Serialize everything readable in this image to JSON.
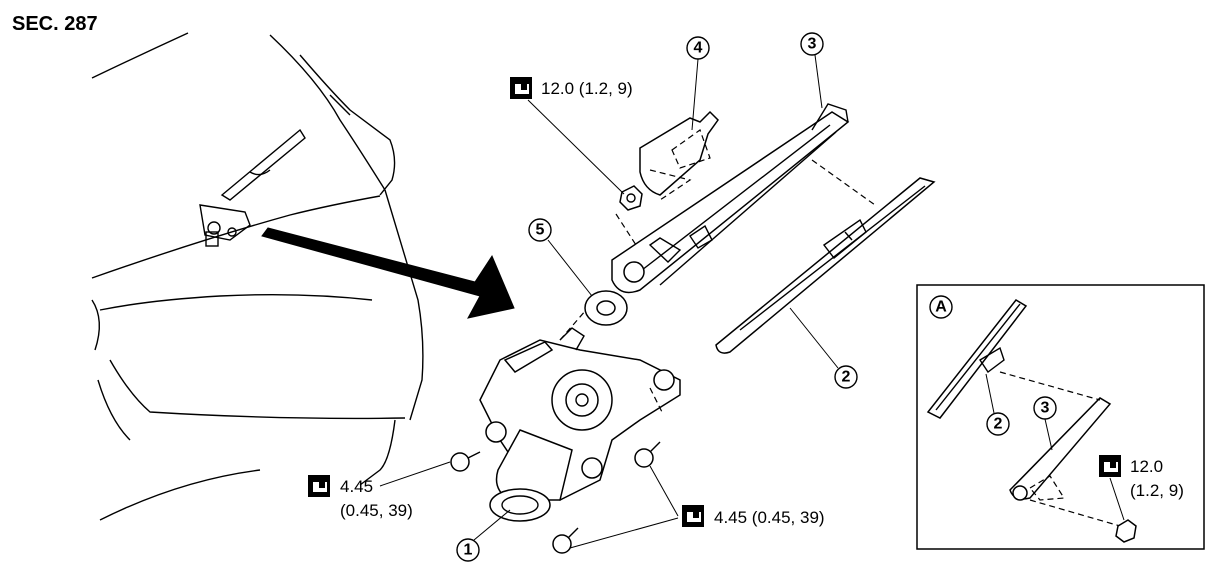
{
  "section": "SEC. 287",
  "callouts": {
    "c1": "1",
    "c2": "2",
    "c3": "3",
    "c4": "4",
    "c5": "5",
    "inset_c2": "2",
    "inset_c3": "3",
    "inset_letter": "A"
  },
  "torques": {
    "nut_main": "12.0 (1.2, 9)",
    "bolt_left_value": "4.45",
    "bolt_left_units": "(0.45, 39)",
    "bolt_right": "4.45 (0.45, 39)",
    "inset_value": "12.0",
    "inset_units": "(1.2, 9)"
  },
  "icons": {
    "torque": "torque-wrench-icon",
    "callout": "circled-number-icon"
  }
}
